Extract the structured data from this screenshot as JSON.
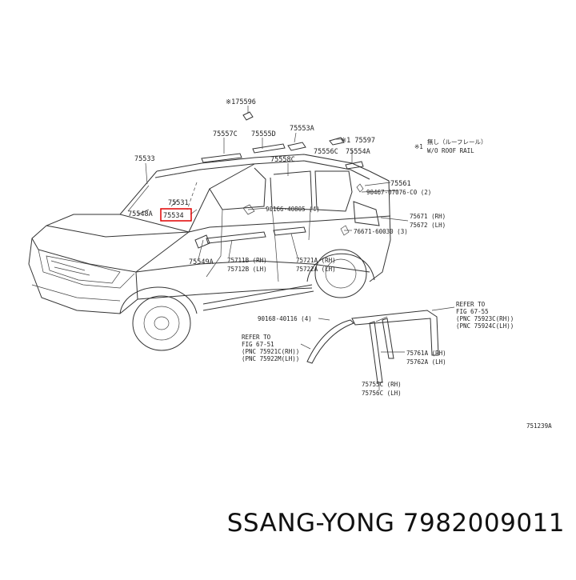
{
  "caption": "SSANG-YONG 7982009011",
  "note_line1": "無し（ルーフレール）",
  "note_line2": "W/O ROOF RAIL",
  "note_mark": "※1",
  "diagram_code": "751239A",
  "labels": [
    {
      "id": "p175596",
      "text": "※175596"
    },
    {
      "id": "p75557c",
      "text": "75557C"
    },
    {
      "id": "p75555d",
      "text": "75555D"
    },
    {
      "id": "p75553a",
      "text": "75553A"
    },
    {
      "id": "p75597",
      "text": "※1 75597"
    },
    {
      "id": "p75556c",
      "text": "75556C"
    },
    {
      "id": "p75554a",
      "text": "75554A"
    },
    {
      "id": "p75533",
      "text": "75533"
    },
    {
      "id": "p75558c",
      "text": "75558C"
    },
    {
      "id": "p75561",
      "text": "75561"
    },
    {
      "id": "p90467",
      "text": "90467-07076-C0 (2)"
    },
    {
      "id": "p75531",
      "text": "75531"
    },
    {
      "id": "p90166",
      "text": "90166-40805 (4)"
    },
    {
      "id": "p75548a",
      "text": "75548A"
    },
    {
      "id": "p75534",
      "text": "75534"
    },
    {
      "id": "p75671",
      "text": "75671 (RH)"
    },
    {
      "id": "p75672",
      "text": "75672 (LH)"
    },
    {
      "id": "p76671",
      "text": "76671-60030 (3)"
    },
    {
      "id": "p75711b",
      "text": "75711B (RH)"
    },
    {
      "id": "p75712b",
      "text": "75712B (LH)"
    },
    {
      "id": "p75721a",
      "text": "75721A (RH)"
    },
    {
      "id": "p75722a",
      "text": "75722A (LH)"
    },
    {
      "id": "p75549a",
      "text": "75549A"
    },
    {
      "id": "p90168",
      "text": "90168-40116 (4)"
    },
    {
      "id": "p75761a",
      "text": "75761A (RH)"
    },
    {
      "id": "p75762a",
      "text": "75762A (LH)"
    },
    {
      "id": "p75755c",
      "text": "75755C (RH)"
    },
    {
      "id": "p75756c",
      "text": "75756C (LH)"
    }
  ],
  "refer_left": [
    "REFER TO",
    "FIG 67-51",
    "(PNC 75921C(RH))",
    "(PNC 75922M(LH))"
  ],
  "refer_right": [
    "REFER TO",
    "FIG 67-55",
    "(PNC 75923C(RH))",
    "(PNC 75924C(LH))"
  ],
  "highlight_color": "#e00000"
}
